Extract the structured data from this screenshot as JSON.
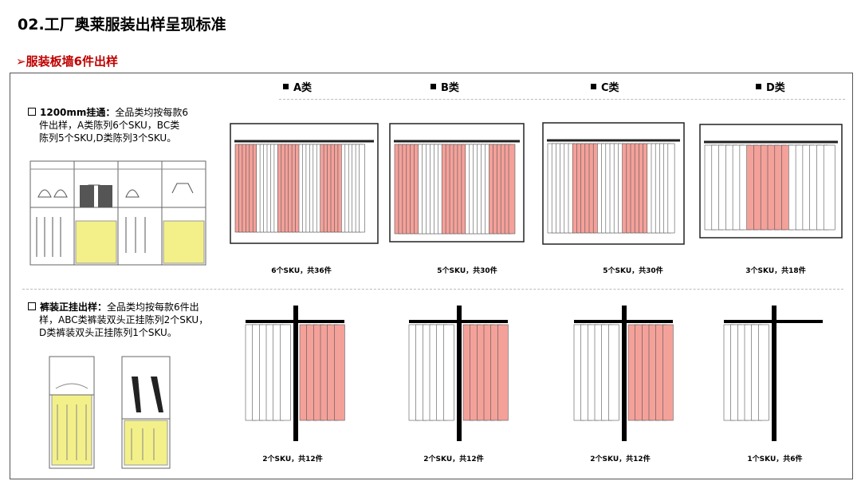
{
  "title": "02.工厂奥莱服装出样呈现标准",
  "subtitle": "服装板墙6件出样",
  "categories": [
    "A类",
    "B类",
    "C类",
    "D类"
  ],
  "section1": {
    "heading": "1200mm挂通：",
    "text1": "全品类均按每款6",
    "text2": "件出样，A类陈列6个SKU，BC类",
    "text3": "陈列5个SKU,D类陈列3个SKU。"
  },
  "section2": {
    "heading": "裤装正挂出样：",
    "text1": "全品类均按每款6件出",
    "text2": "样，ABC类裤装双头正挂陈列2个SKU，",
    "text3": "D类裤装双头正挂陈列1个SKU。"
  },
  "sku_row1": [
    "6个SKU，共36件",
    "5个SKU，共30件",
    "5个SKU，共30件",
    "3个SKU，共18件"
  ],
  "sku_row2": [
    "2个SKU，共12件",
    "2个SKU，共12件",
    "2个SKU，共12件",
    "1个SKU，共6件"
  ],
  "colors": {
    "accent": "#c00000",
    "pink": "#f4a19a",
    "yellow": "#f3f08a"
  }
}
